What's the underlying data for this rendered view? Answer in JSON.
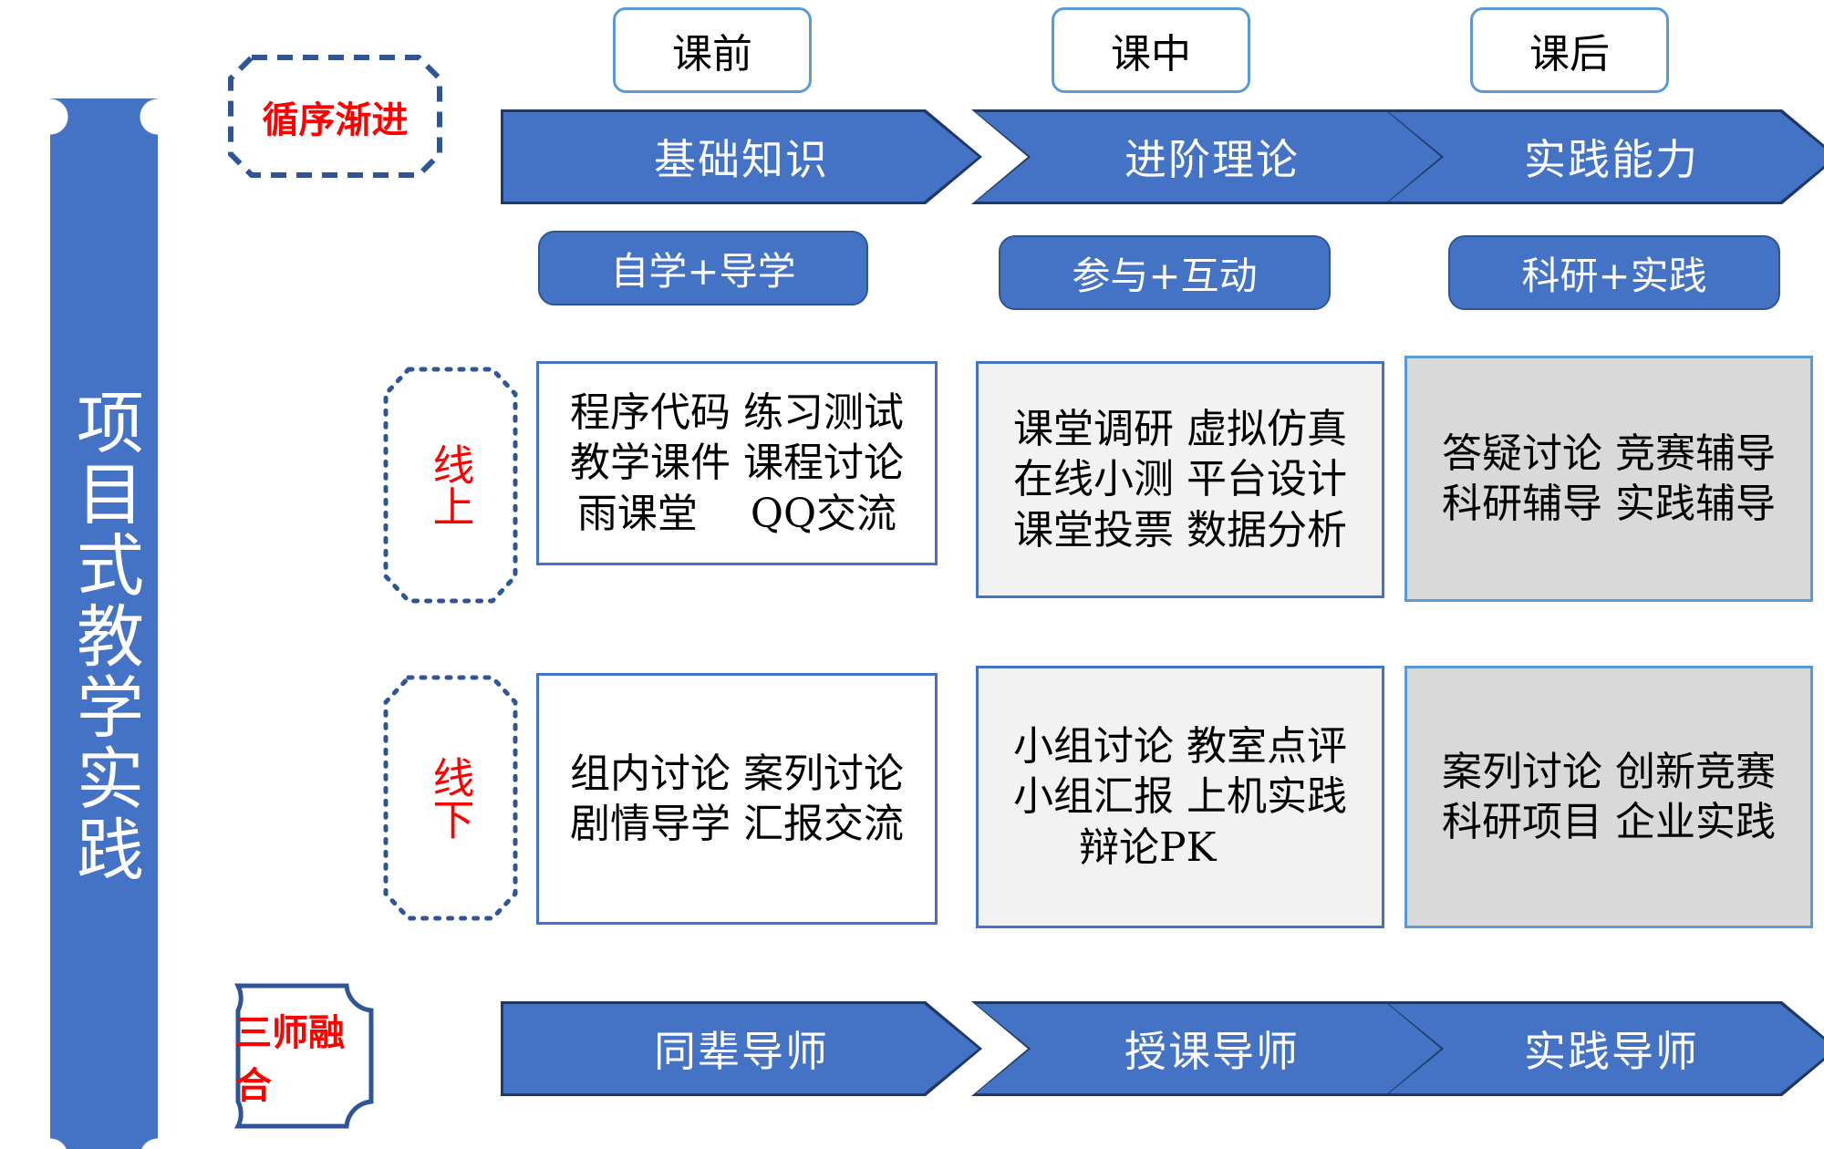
{
  "banner": {
    "title": "项目式教学实践"
  },
  "row_tags": [
    {
      "id": "progressive",
      "label": "循序渐进",
      "style": "dashed-octagon",
      "orientation": "horizontal",
      "color": "#FF0000"
    },
    {
      "id": "online",
      "label": "线上",
      "style": "dotted-octagon",
      "orientation": "vertical",
      "color": "#FF0000"
    },
    {
      "id": "offline",
      "label": "线下",
      "style": "dotted-octagon",
      "orientation": "vertical",
      "color": "#FF0000"
    },
    {
      "id": "three-mentor",
      "label": "三师融合",
      "style": "solid-plaque",
      "orientation": "horizontal",
      "color": "#FF0000"
    }
  ],
  "stages": [
    {
      "id": "pre",
      "pill": "课前",
      "chevron": "基础知识",
      "mode": "自学+导学"
    },
    {
      "id": "mid",
      "pill": "课中",
      "chevron": "进阶理论",
      "mode": "参与+互动"
    },
    {
      "id": "post",
      "pill": "课后",
      "chevron": "实践能力",
      "mode": "科研+实践"
    }
  ],
  "online_row": [
    {
      "stage": "pre",
      "fill": "white",
      "lines": [
        "程序代码 练习测试",
        "教学课件 课程讨论",
        "雨课堂　 QQ交流"
      ]
    },
    {
      "stage": "mid",
      "fill": "light",
      "lines": [
        "课堂调研 虚拟仿真",
        "在线小测 平台设计",
        "课堂投票 数据分析"
      ]
    },
    {
      "stage": "post",
      "fill": "gray",
      "lines": [
        "答疑讨论 竞赛辅导",
        "科研辅导 实践辅导"
      ]
    }
  ],
  "offline_row": [
    {
      "stage": "pre",
      "fill": "white",
      "lines": [
        "组内讨论 案列讨论",
        "剧情导学 汇报交流"
      ]
    },
    {
      "stage": "mid",
      "fill": "light",
      "lines": [
        "小组讨论 教室点评",
        "小组汇报 上机实践",
        "辩论PK"
      ]
    },
    {
      "stage": "post",
      "fill": "gray",
      "lines": [
        "案列讨论 创新竞赛",
        "科研项目 企业实践"
      ]
    }
  ],
  "mentor_row": [
    {
      "stage": "pre",
      "label": "同辈导师"
    },
    {
      "stage": "mid",
      "label": "授课导师"
    },
    {
      "stage": "post",
      "label": "实践导师"
    }
  ],
  "colors": {
    "brand_blue": "#4472C4",
    "dark_blue": "#1F3864",
    "light_blue": "#5B9BD5",
    "accent_red": "#FF0000",
    "gray_fill": "#D9D9D9",
    "light_fill": "#F2F2F2"
  }
}
